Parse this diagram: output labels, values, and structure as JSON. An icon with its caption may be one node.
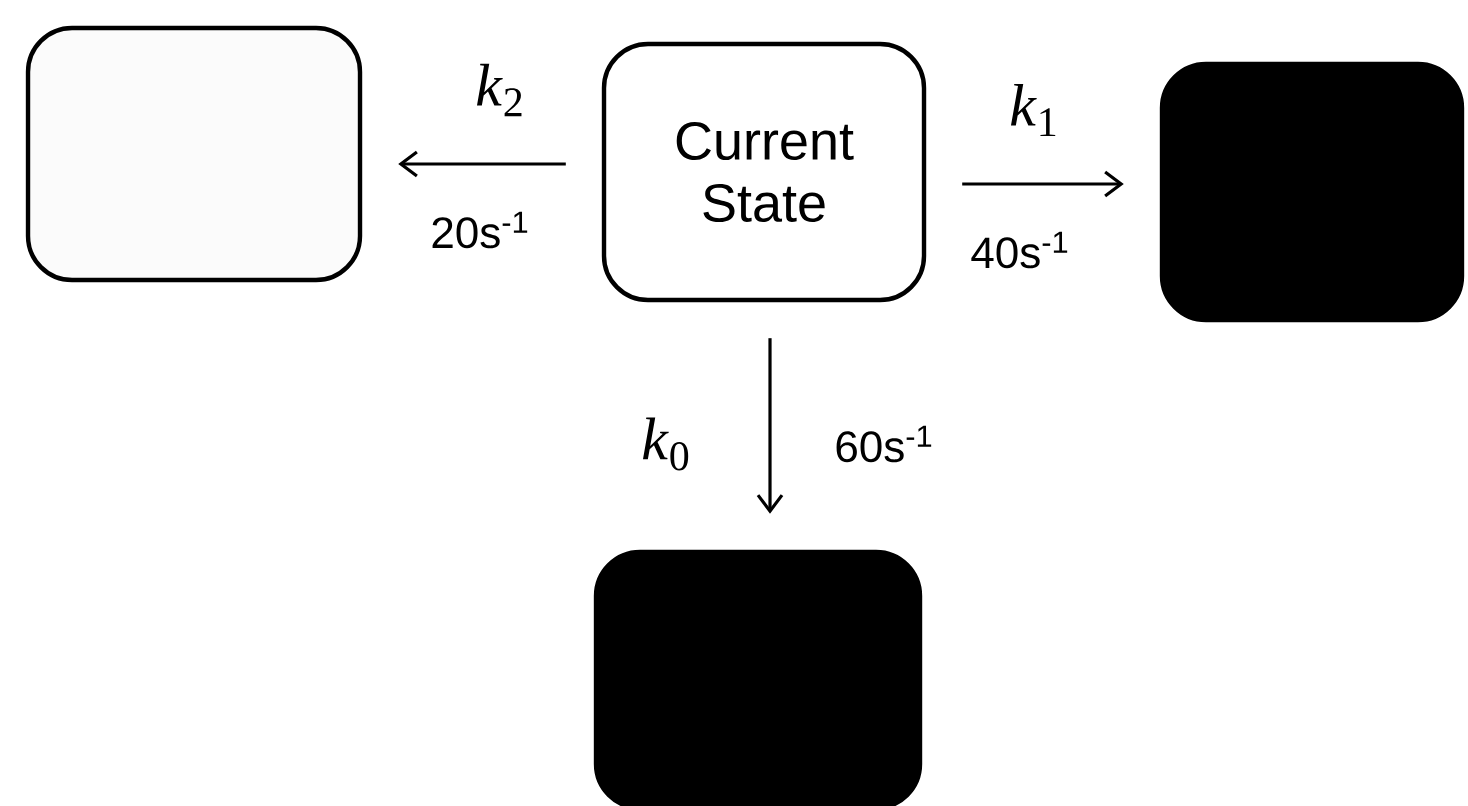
{
  "diagram": {
    "nodes": [
      {
        "text": [
          "Current State"
        ]
      },
      {
        "text": [],
        "shape": "box"
      },
      {
        "text": [],
        "shape": "box"
      },
      {
        "text": [],
        "shape": "box"
      }
    ],
    "edges": [
      {
        "from": 0,
        "to": 1,
        "arrow": "to",
        "label": "*k*$_{2}$"
      },
      {
        "from": 0,
        "to": 2,
        "arrow": "to",
        "label": "*k*$_{1}$"
      },
      {
        "from": 0,
        "to": 3,
        "arrow": "to",
        "label": "*k*$_{0}$"
      }
    ],
    "labels": [
      "20s$^{-1}$",
      "40s$^{-1}$",
      "60s$^{-1}$"
    ]
  }
}
